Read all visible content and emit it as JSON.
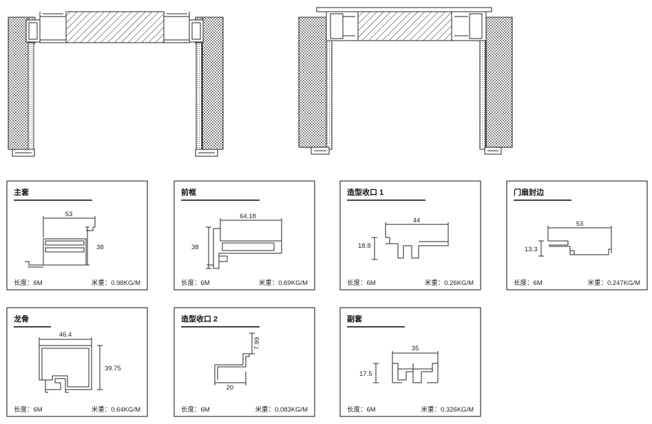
{
  "cards": [
    {
      "title": "主套",
      "length": "长度：6M",
      "weight": "米重：0.98KG/M",
      "dims": [
        "53",
        "38"
      ]
    },
    {
      "title": "前框",
      "length": "长度：6M",
      "weight": "米重：0.69KG/M",
      "dims": [
        "64.18",
        "38"
      ]
    },
    {
      "title": "造型收口 1",
      "length": "长度：6M",
      "weight": "米重：0.26KG/M",
      "dims": [
        "44",
        "18.8"
      ]
    },
    {
      "title": "门扇封边",
      "length": "长度：6M",
      "weight": "米重：0.247KG/M",
      "dims": [
        "53",
        "13.3"
      ]
    },
    {
      "title": "龙骨",
      "length": "长度：6M",
      "weight": "米重：0.64KG/M",
      "dims": [
        "46.4",
        "39.75"
      ]
    },
    {
      "title": "造型收口 2",
      "length": "长度：6M",
      "weight": "米重：0.083KG/M",
      "dims": [
        "7.99",
        "20"
      ]
    },
    {
      "title": "副套",
      "length": "长度：6M",
      "weight": "米重：0.326KG/M",
      "dims": [
        "35",
        "17.5"
      ]
    }
  ]
}
